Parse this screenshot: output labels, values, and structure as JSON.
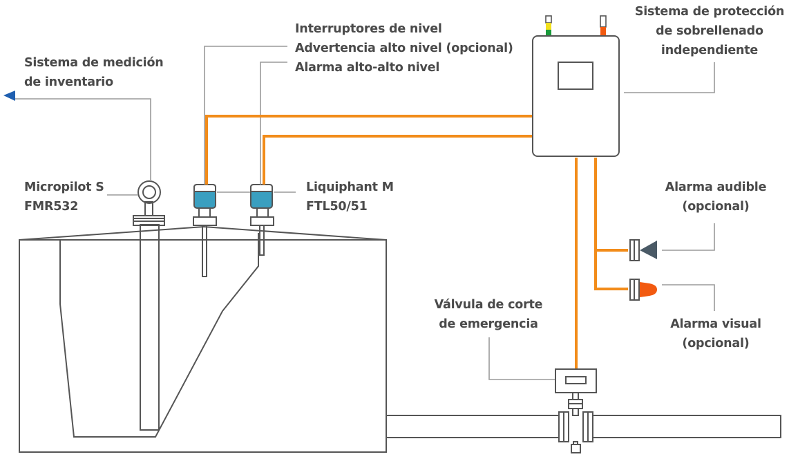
{
  "labels": {
    "inventory": [
      "Sistema de medición",
      "de inventario"
    ],
    "micropilot": [
      "Micropilot S",
      "FMR532"
    ],
    "switches": [
      "Interruptores de nivel",
      "Advertencia alto nivel (opcional)",
      "Alarma alto-alto nivel"
    ],
    "liquiphant": [
      "Liquiphant M",
      "FTL50/51"
    ],
    "overfill": [
      "Sistema de protección",
      "de sobrellenado",
      "independiente"
    ],
    "audible": [
      "Alarma audible",
      "(opcional)"
    ],
    "visual": [
      "Alarma visual",
      "(opcional)"
    ],
    "valve": [
      "Válvula de corte",
      "de emergencia"
    ]
  },
  "colors": {
    "signal_line": "#f28c1a",
    "sensor_blue": "#3a9fc0",
    "arrow_blue": "#1f5fb0",
    "led_yellow": "#f2e01c",
    "led_green": "#1a9a3a",
    "led_orange": "#f25a10",
    "horn": "#4a5a66",
    "beacon": "#f25a10"
  }
}
